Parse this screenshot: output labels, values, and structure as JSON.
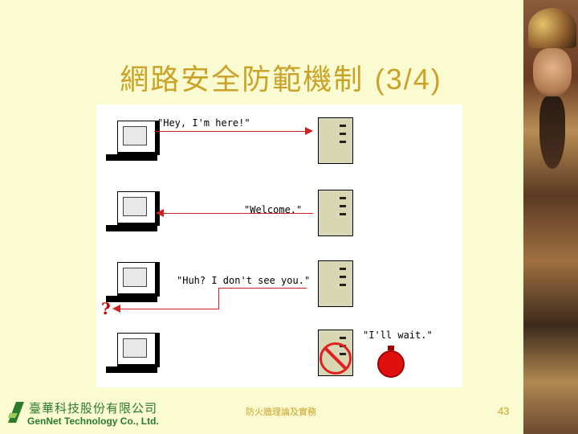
{
  "slide": {
    "title_zh": "網路安全防範機制",
    "title_num": "(3/4)"
  },
  "diagram": {
    "msg1": "\"Hey, I'm here!\"",
    "msg2": "\"Welcome.\"",
    "msg3": "\"Huh? I don't see you.\"",
    "msg4": "\"I'll wait.\"",
    "question": "?"
  },
  "footer": {
    "company_zh": "臺華科技股份有限公司",
    "company_en": "GenNet Technology Co., Ltd.",
    "center_text": "防火牆理論及實務",
    "page_number": "43"
  },
  "icons": [
    "computer-icon",
    "server-icon",
    "no-entry-icon",
    "stopwatch-icon",
    "company-logo-icon"
  ],
  "colors": {
    "title": "#c9a227",
    "arrow": "#d02020",
    "company": "#2c7a2c",
    "background": "#fbfbd2"
  }
}
